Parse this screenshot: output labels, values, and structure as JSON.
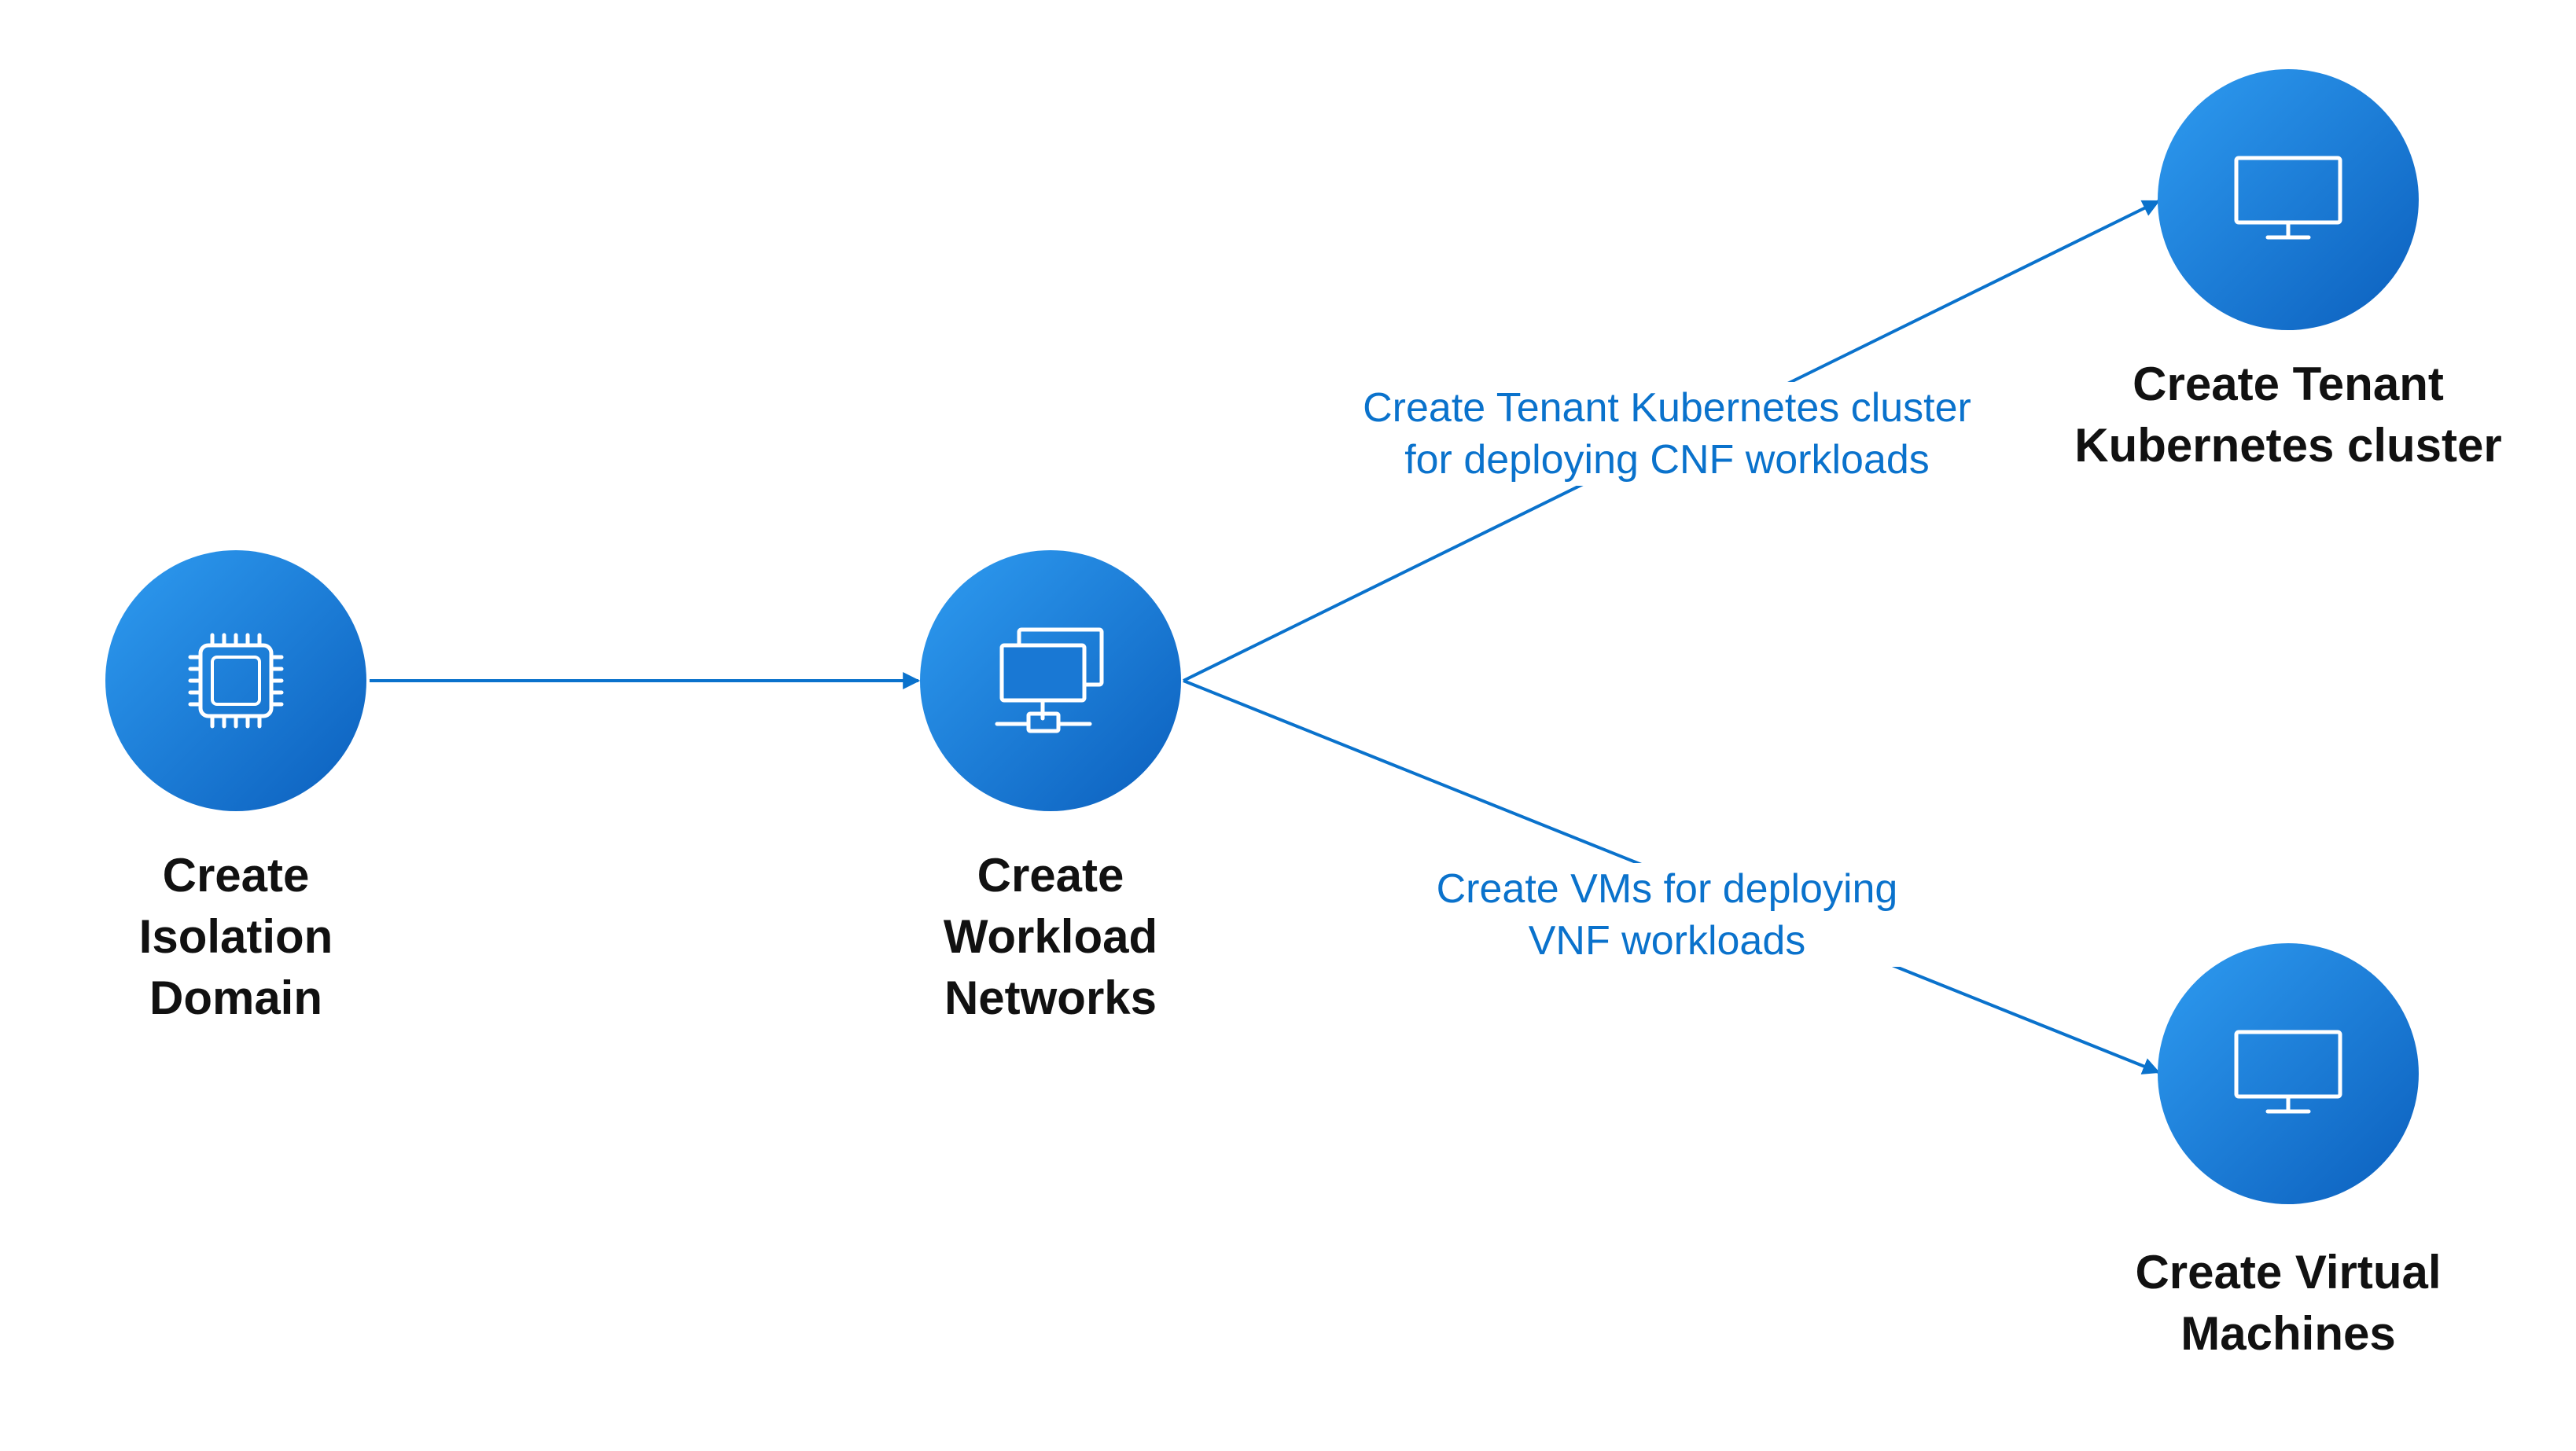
{
  "colors": {
    "accent": "#0a72cc",
    "node_fill_top": "#2f9cf1",
    "node_fill_bottom": "#0b5fbd",
    "text": "#111111",
    "background": "#ffffff"
  },
  "nodes": [
    {
      "id": "isolation",
      "icon": "processor-chip-icon",
      "label_lines": [
        "Create",
        "Isolation",
        "Domain"
      ]
    },
    {
      "id": "workload",
      "icon": "workload-network-icon",
      "label_lines": [
        "Create",
        "Workload",
        "Networks"
      ]
    },
    {
      "id": "tenant",
      "icon": "monitor-icon",
      "label_lines": [
        "Create Tenant",
        "Kubernetes cluster"
      ]
    },
    {
      "id": "vm",
      "icon": "monitor-icon",
      "label_lines": [
        "Create Virtual",
        "Machines"
      ]
    }
  ],
  "edges": [
    {
      "from": "isolation",
      "to": "workload",
      "label_lines": []
    },
    {
      "from": "workload",
      "to": "tenant",
      "label_lines": [
        "Create Tenant Kubernetes cluster",
        "for deploying CNF workloads"
      ]
    },
    {
      "from": "workload",
      "to": "vm",
      "label_lines": [
        "Create VMs for deploying",
        "VNF workloads"
      ]
    }
  ]
}
